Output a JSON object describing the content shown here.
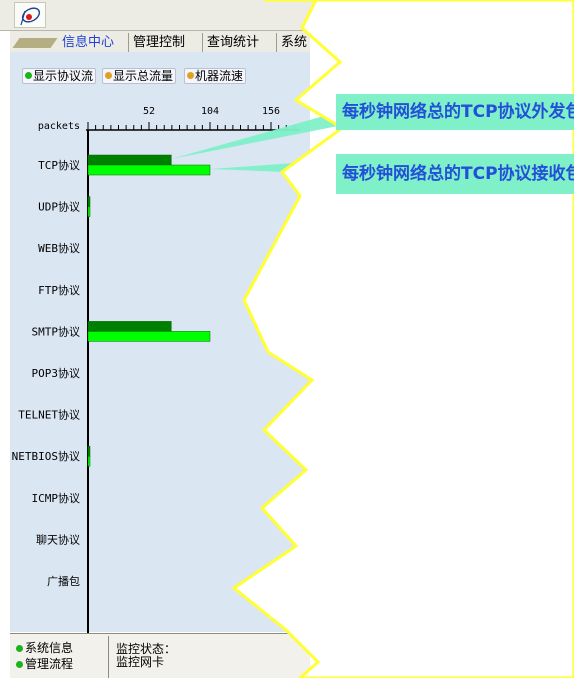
{
  "toolbar": {
    "app_icon": "app-logo-icon"
  },
  "tabs": [
    {
      "label": "信息中心",
      "active": true
    },
    {
      "label": "管理控制",
      "active": false
    },
    {
      "label": "查询统计",
      "active": false
    },
    {
      "label": "系统",
      "active": false
    }
  ],
  "subtabs": [
    {
      "label": "显示协议流",
      "icon": "green-dot-icon"
    },
    {
      "label": "显示总流量",
      "icon": "orange-dot-icon"
    },
    {
      "label": "机器流速",
      "icon": "orange-dot-icon"
    }
  ],
  "bottom": {
    "left_items": [
      "系统信息",
      "管理流程"
    ],
    "right_lines": [
      "监控状态：",
      "监控网卡"
    ]
  },
  "colors": {
    "send": "#008000",
    "receive": "#00ff00",
    "plot_bg": "#dbe6f3",
    "callout_bg": "#7ff0c8",
    "callout_text": "#2350d8",
    "torn_edge": "#ffff33"
  },
  "chart_data": {
    "type": "bar",
    "orientation": "horizontal",
    "ylabel": "packets",
    "xticks": [
      52,
      104,
      156
    ],
    "xlim": [
      0,
      180
    ],
    "categories": [
      "TCP协议",
      "UDP协议",
      "WEB协议",
      "FTP协议",
      "SMTP协议",
      "POP3协议",
      "TELNET协议",
      "NETBIOS协议",
      "ICMP协议",
      "聊天协议",
      "广播包"
    ],
    "series": [
      {
        "name": "每秒钟网络总的TCP协议外发包数",
        "color": "#008000",
        "values": [
          71,
          0.5,
          0,
          0,
          71,
          0,
          0,
          0.5,
          0,
          0,
          0
        ]
      },
      {
        "name": "每秒钟网络总的TCP协议接收包数",
        "color": "#00ff00",
        "values": [
          104,
          1,
          0,
          0,
          104,
          0,
          0,
          1,
          0,
          0,
          0
        ]
      }
    ]
  }
}
